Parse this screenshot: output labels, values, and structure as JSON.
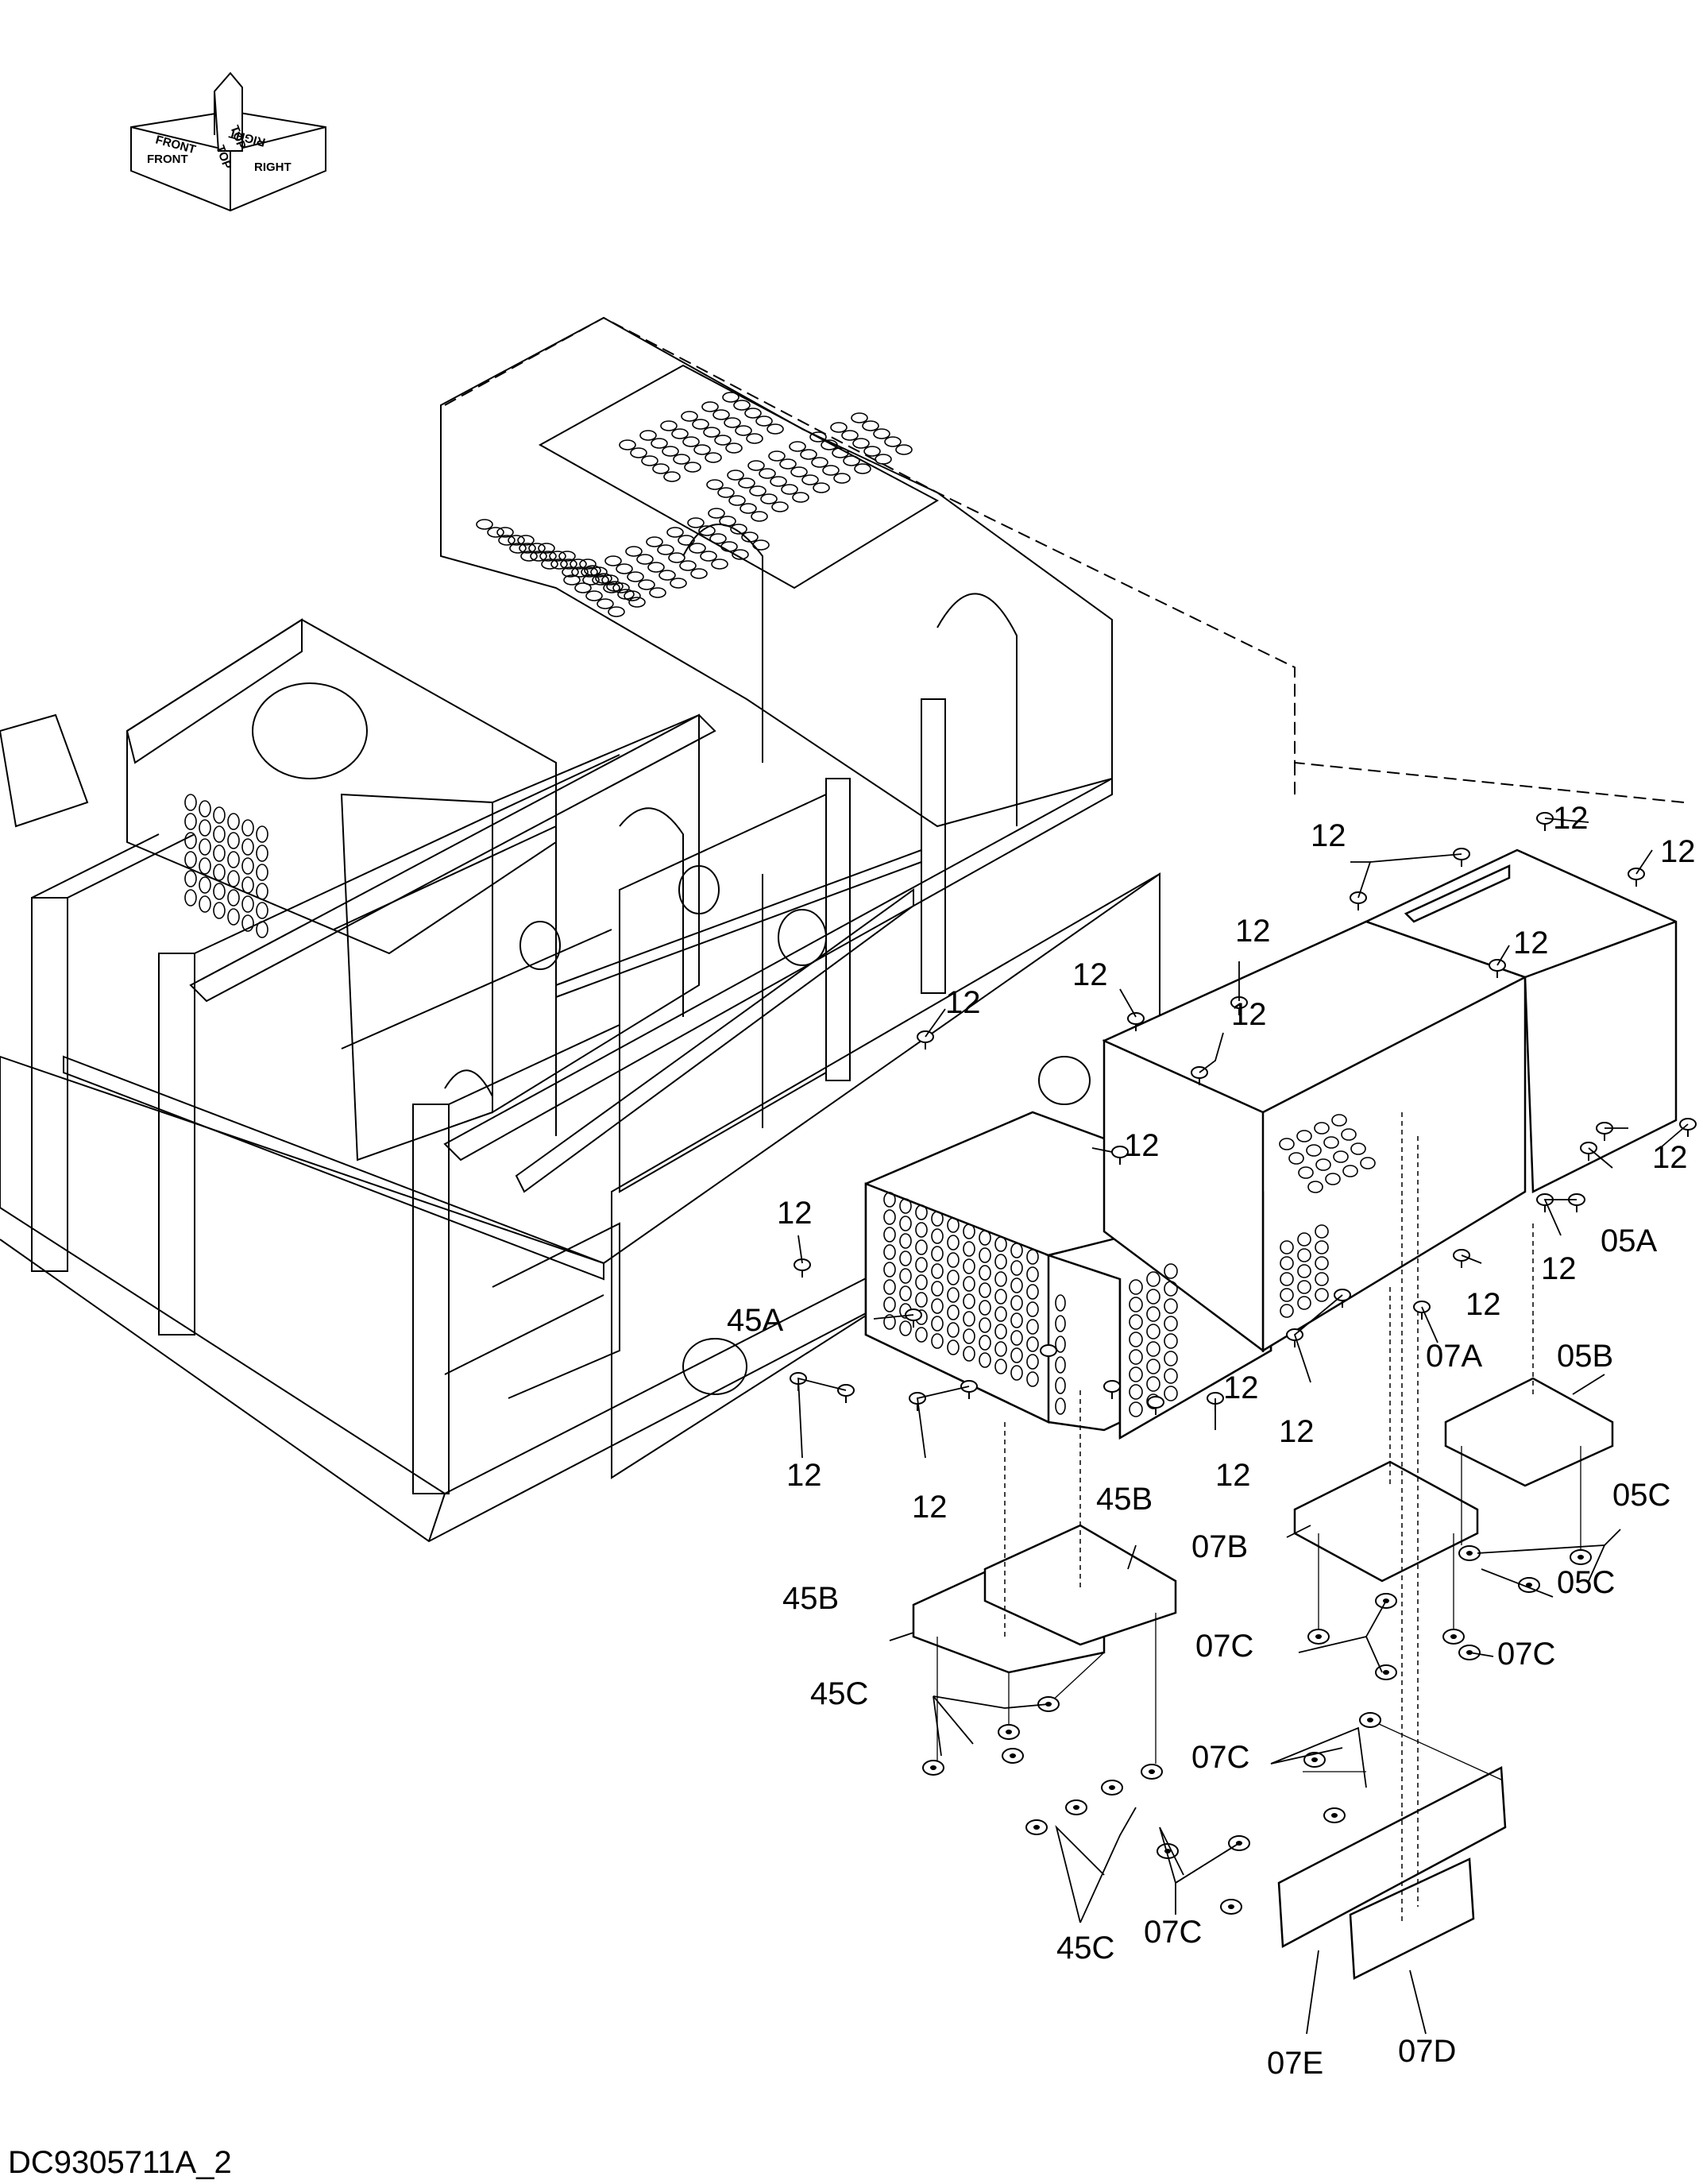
{
  "diagram": {
    "drawing_number": "DC9305711A_2",
    "orientation_marker": {
      "labels": [
        "TOP",
        "FRONT",
        "RIGHT",
        "TOP",
        "FRONT",
        "RIGHT"
      ]
    },
    "callouts": [
      "12",
      "12",
      "12",
      "12",
      "12",
      "12",
      "12",
      "12",
      "12",
      "12",
      "12",
      "12",
      "12",
      "12",
      "12",
      "12",
      "12",
      "12",
      "12",
      "05A",
      "05B",
      "05C",
      "05C",
      "07A",
      "07B",
      "07C",
      "07C",
      "07C",
      "07C",
      "07D",
      "07E",
      "45A",
      "45B",
      "45B",
      "45C",
      "45C"
    ]
  }
}
